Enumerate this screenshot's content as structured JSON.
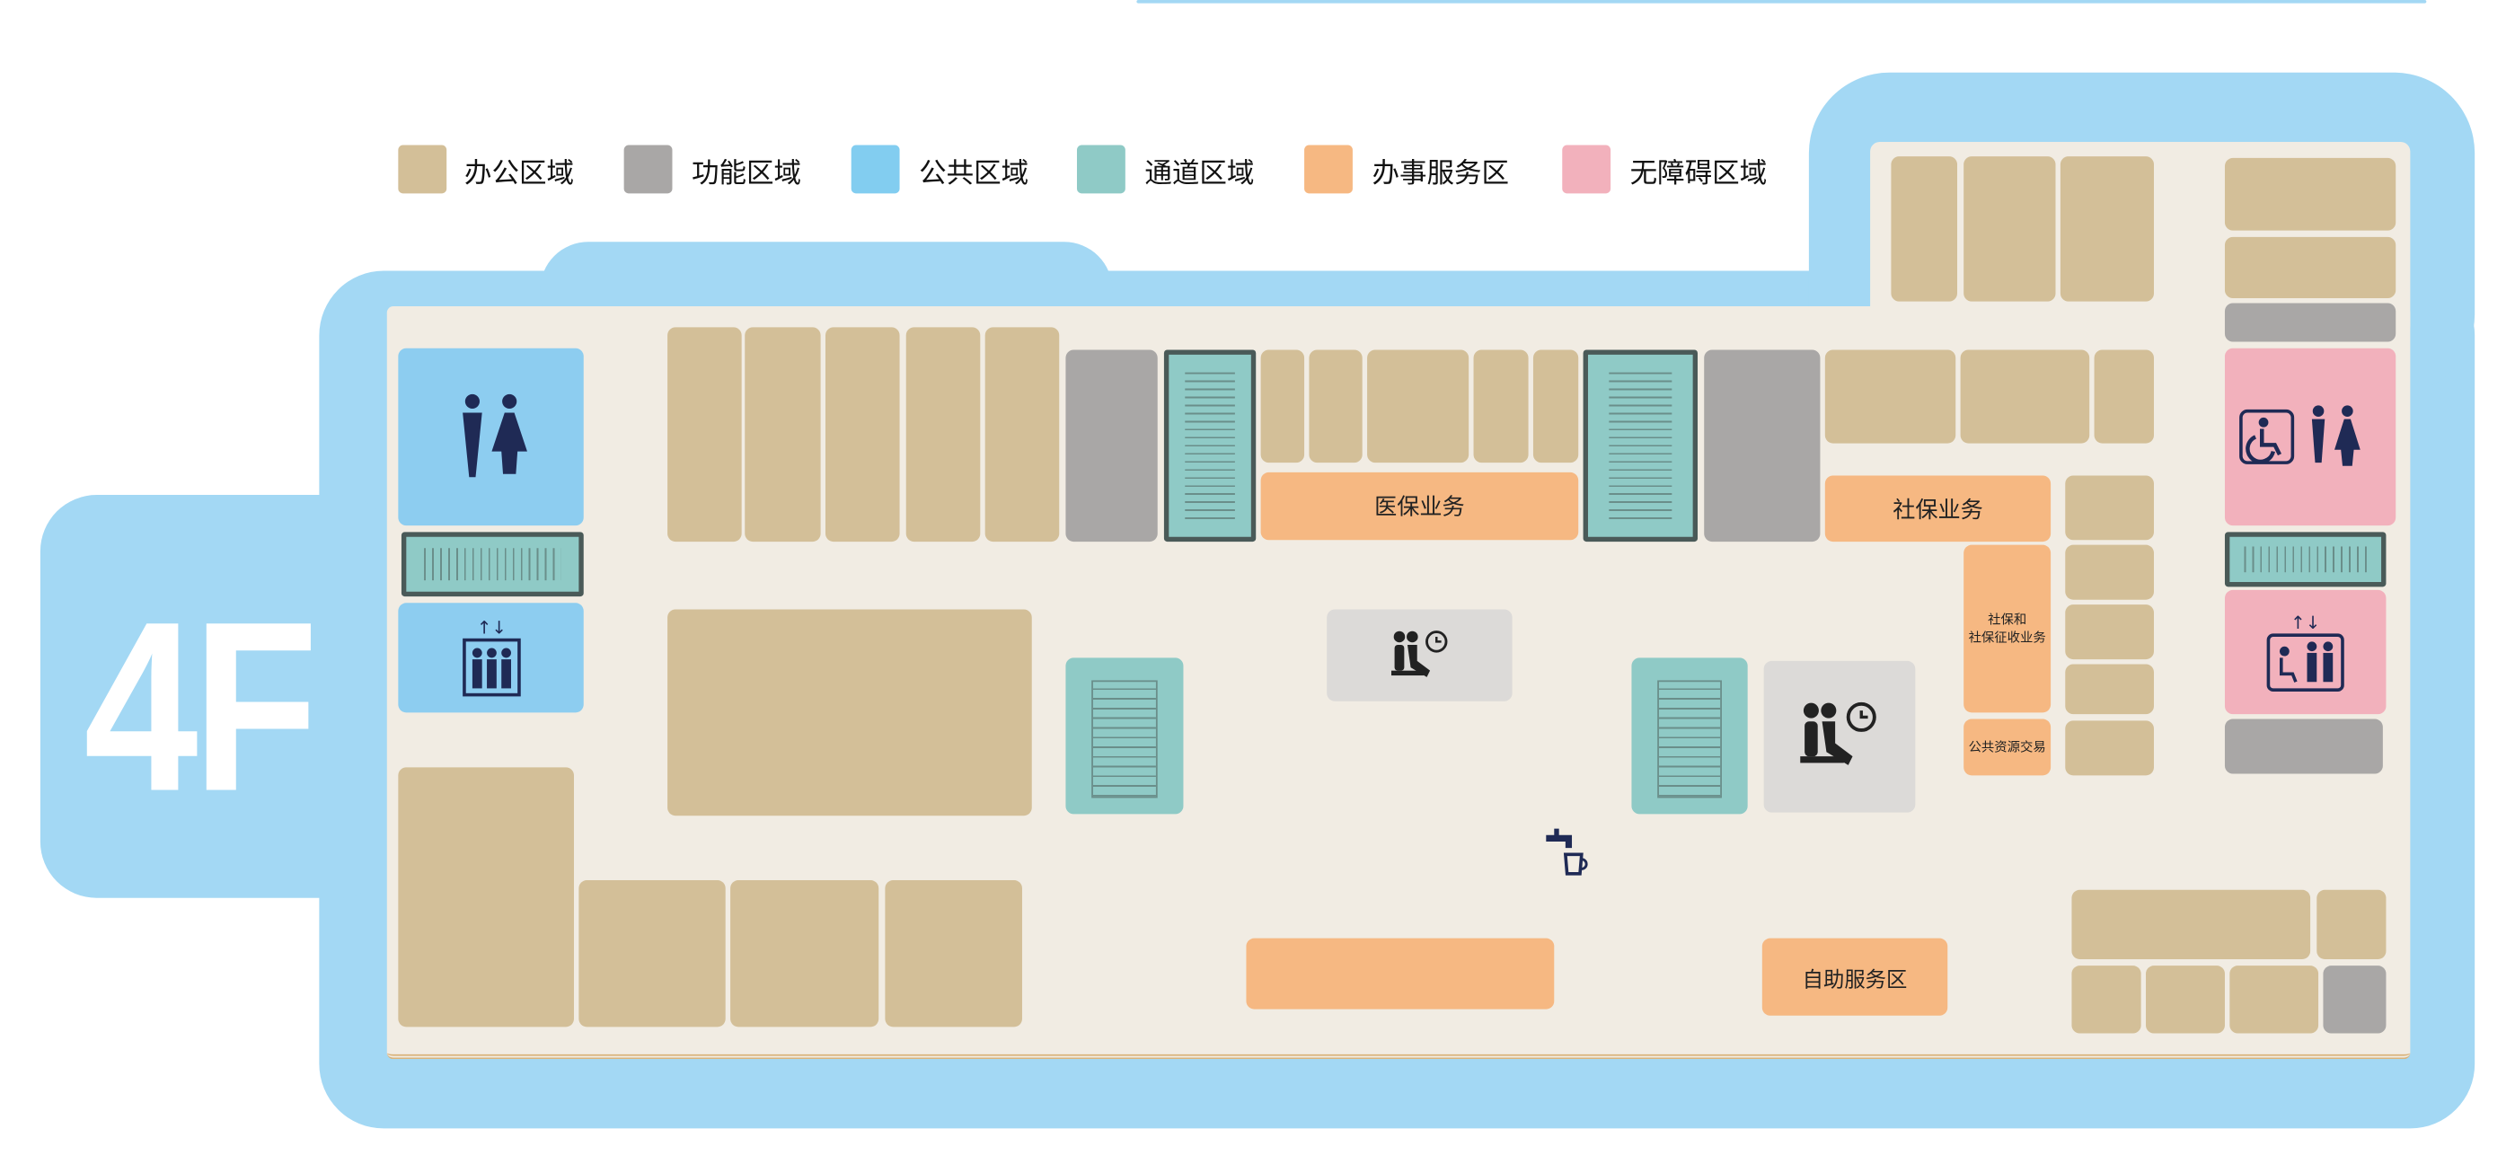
{
  "floor_label": "4F",
  "legend": [
    {
      "label": "办公区域",
      "color": "#d3bf98"
    },
    {
      "label": "功能区域",
      "color": "#a9a7a6"
    },
    {
      "label": "公共区域",
      "color": "#82cdf0"
    },
    {
      "label": "通道区域",
      "color": "#8fcac6"
    },
    {
      "label": "办事服务区",
      "color": "#f6b882"
    },
    {
      "label": "无障碍区域",
      "color": "#f2b1bc"
    }
  ],
  "areas": {
    "medical_insurance": "医保业务",
    "social_insurance": "社保业务",
    "social_collection_line1": "社保和",
    "social_collection_line2": "社保征收业务",
    "public_resource_trading": "公共资源交易",
    "self_service": "自助服务区"
  },
  "icons": [
    "restroom-icon",
    "elevator-icon",
    "accessible-icon",
    "waiting-area-icon",
    "water-dispenser-icon",
    "stairs-icon",
    "escalator-icon"
  ]
}
